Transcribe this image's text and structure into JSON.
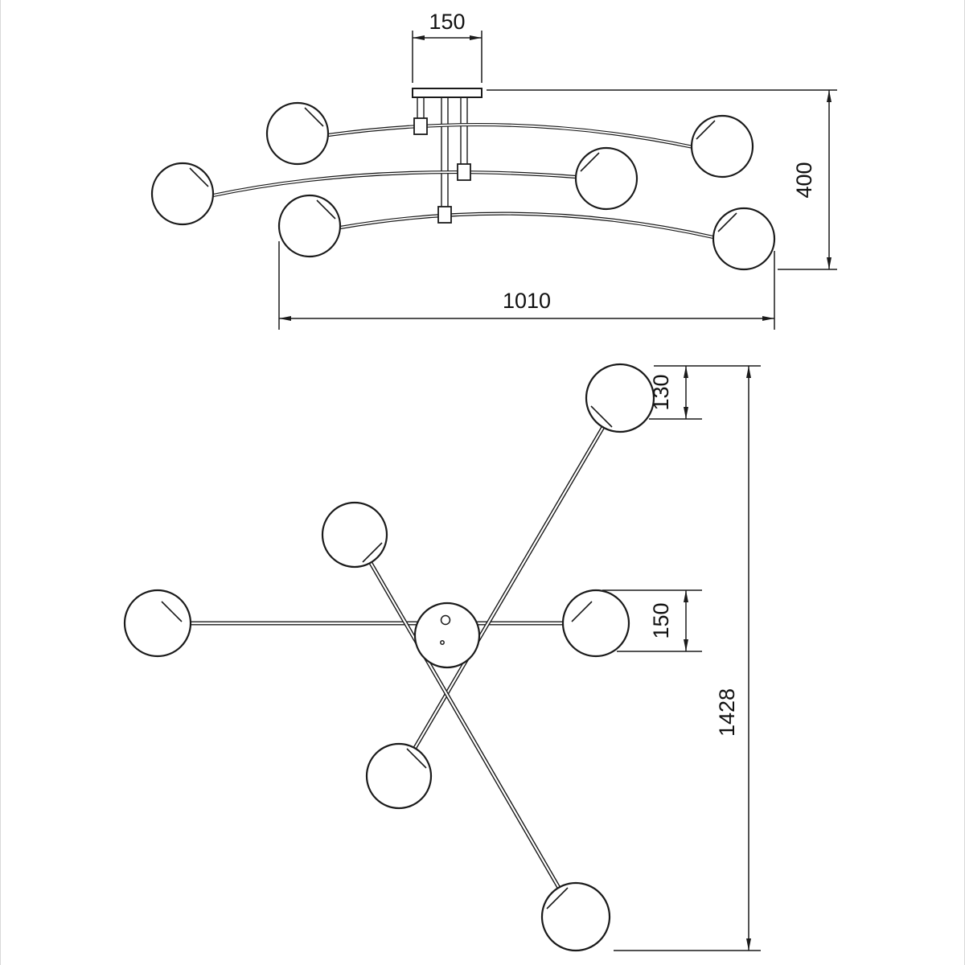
{
  "dimensions": {
    "side_view": {
      "canopy_width": "150",
      "height": "400",
      "width": "1010"
    },
    "plan_view": {
      "ball_top": "130",
      "ball_diameter": "150",
      "overall_length": "1428"
    }
  }
}
